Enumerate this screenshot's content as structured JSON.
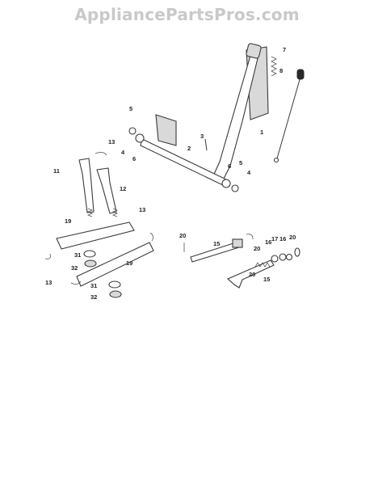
{
  "watermark": "AppliancePartsPros.com",
  "callouts": [
    "1",
    "2",
    "3",
    "4",
    "4",
    "5",
    "5",
    "6",
    "6",
    "7",
    "8",
    "11",
    "12",
    "13",
    "13",
    "13",
    "15",
    "15",
    "16",
    "16",
    "17",
    "19",
    "19",
    "20",
    "20",
    "20",
    "20",
    "31",
    "31",
    "32",
    "32"
  ]
}
